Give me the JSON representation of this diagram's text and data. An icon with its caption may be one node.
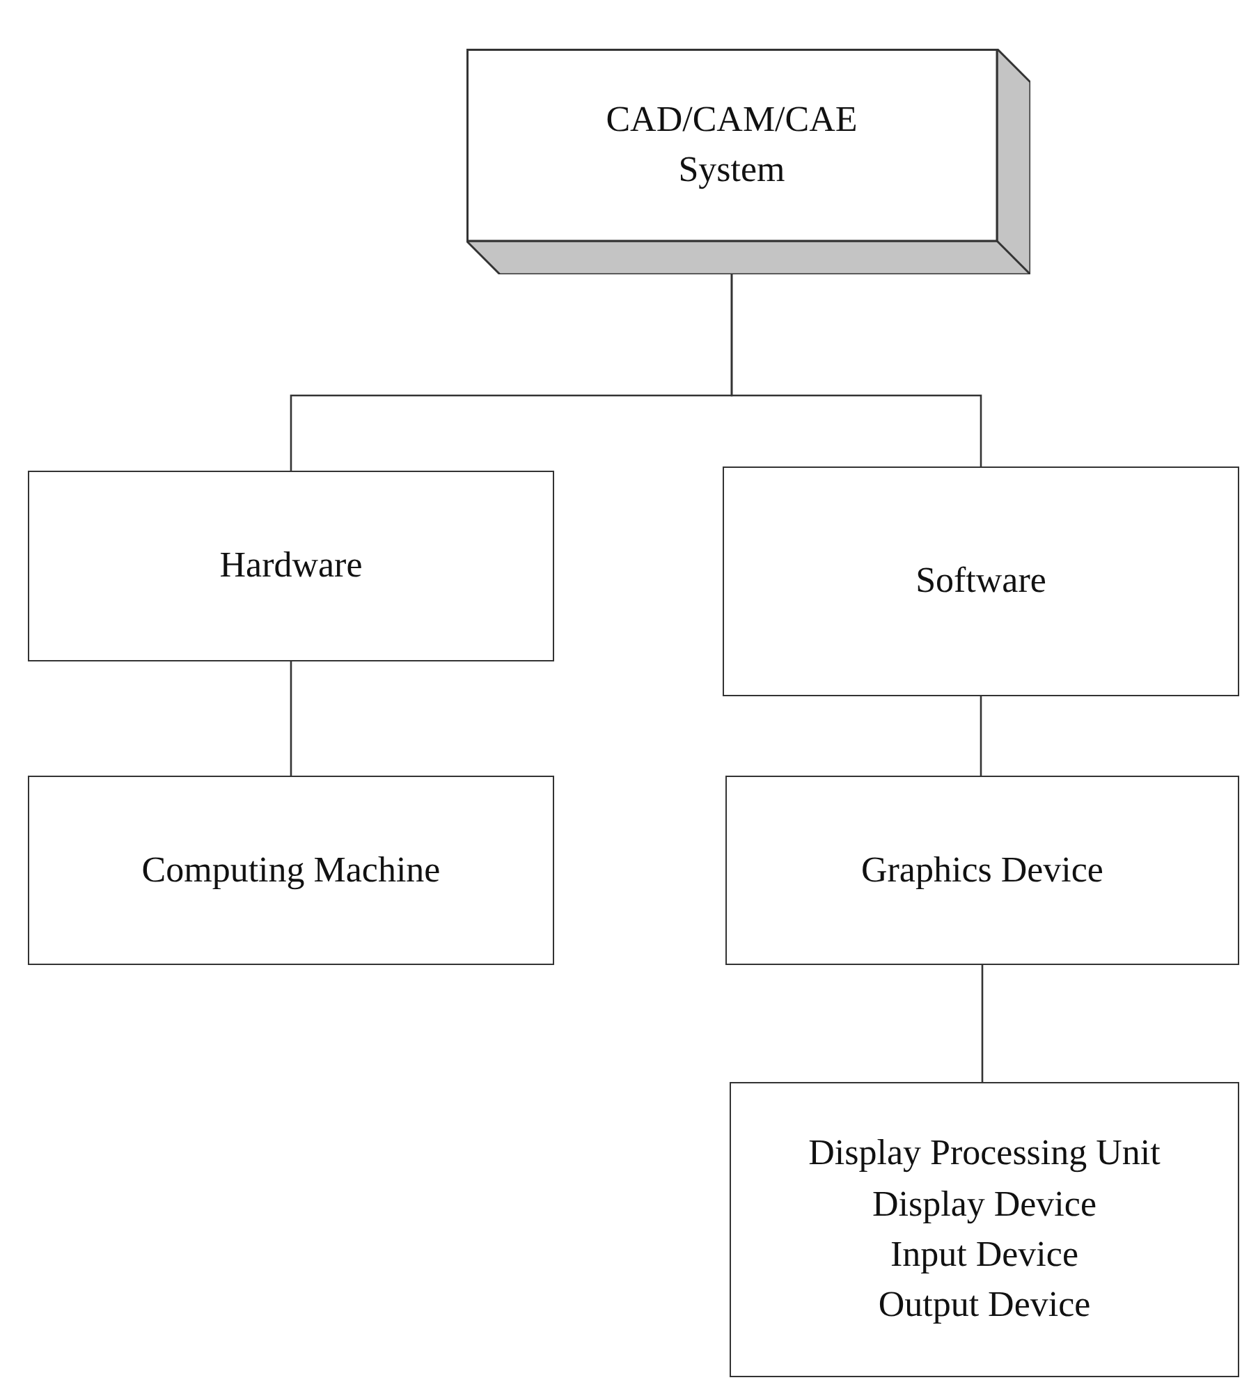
{
  "diagram": {
    "nodes": [
      {
        "text": [
          "CAD/CAM/CAE System"
        ]
      },
      {
        "text": [
          "Hardware"
        ]
      },
      {
        "text": [
          "Software"
        ]
      },
      {
        "text": [
          "Computing Machine"
        ]
      },
      {
        "text": [
          "Graphics Device"
        ]
      },
      {
        "text": [
          "Display Processing Unit",
          "Display Device",
          "Input Device",
          "Output Device"
        ]
      }
    ],
    "edges": [
      {
        "from": 0,
        "to": 1,
        "arrow": "none"
      },
      {
        "from": 0,
        "to": 2,
        "arrow": "none"
      },
      {
        "from": 1,
        "to": 3,
        "arrow": "none"
      },
      {
        "from": 2,
        "to": 4,
        "arrow": "none"
      },
      {
        "from": 4,
        "to": 5,
        "arrow": "none"
      }
    ]
  }
}
